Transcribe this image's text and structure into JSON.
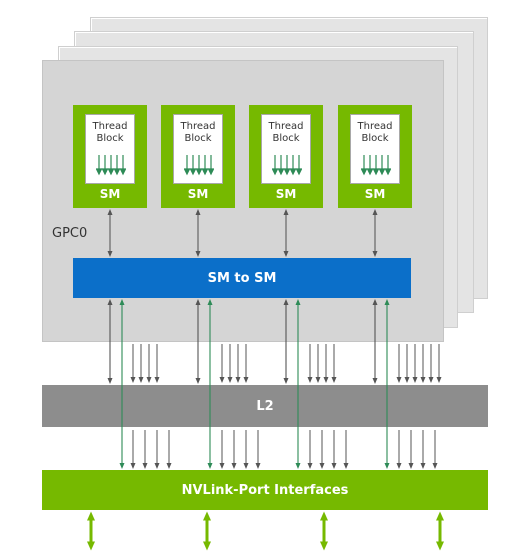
{
  "gpc": {
    "label": "GPC0",
    "stack_color_front": "#d5d5d5",
    "stack_color_back": "#e4e4e4"
  },
  "sms": [
    {
      "thread_block_label": "Thread\nBlock",
      "sm_label": "SM"
    },
    {
      "thread_block_label": "Thread\nBlock",
      "sm_label": "SM"
    },
    {
      "thread_block_label": "Thread\nBlock",
      "sm_label": "SM"
    },
    {
      "thread_block_label": "Thread\nBlock",
      "sm_label": "SM"
    }
  ],
  "interconnect": {
    "label": "SM to SM",
    "color": "#0b6fc9"
  },
  "l2": {
    "label": "L2",
    "color": "#8d8d8d"
  },
  "nvlink": {
    "label": "NVLink-Port Interfaces",
    "color": "#76b900"
  },
  "colors": {
    "nvidia_green": "#76b900",
    "gray_arrow": "#555555",
    "green_arrow": "#2e8b57",
    "white_arrow": "#ffffff"
  }
}
